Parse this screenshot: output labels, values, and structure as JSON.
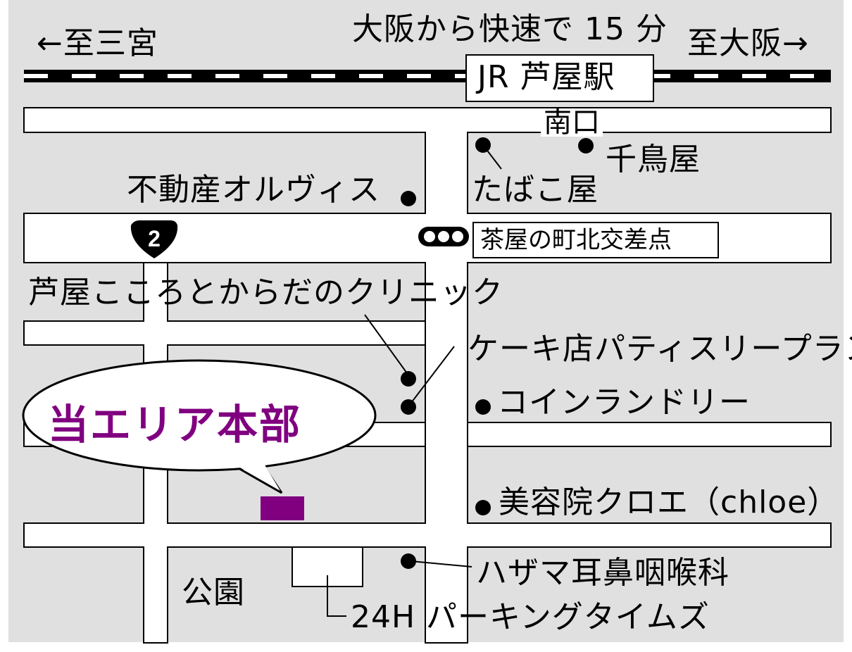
{
  "header": {
    "to_sannomiya": "←至三宮",
    "speed_note": "大阪から快速で 15 分",
    "to_osaka": "至大阪→"
  },
  "station": {
    "name": "JR 芦屋駅",
    "south_exit": "南口"
  },
  "route_badge": "2",
  "intersection": "茶屋の町北交差点",
  "callout": "当エリア本部",
  "places": {
    "real_estate": "不動産オルヴィス",
    "tobacco": "たばこ屋",
    "chidoriya": "千鳥屋",
    "clinic": "芦屋こころとからだのクリニック",
    "cake": "ケーキ店パティスリープラン",
    "laundry": "コインランドリー",
    "salon": "美容院クロエ（chloe）",
    "ent": "ハザマ耳鼻咽喉科",
    "parking": "24H パーキングタイムズ",
    "park": "公園"
  },
  "colors": {
    "block": "#e0e0e0",
    "road": "#ffffff",
    "accent": "#800080",
    "ink": "#000000"
  }
}
